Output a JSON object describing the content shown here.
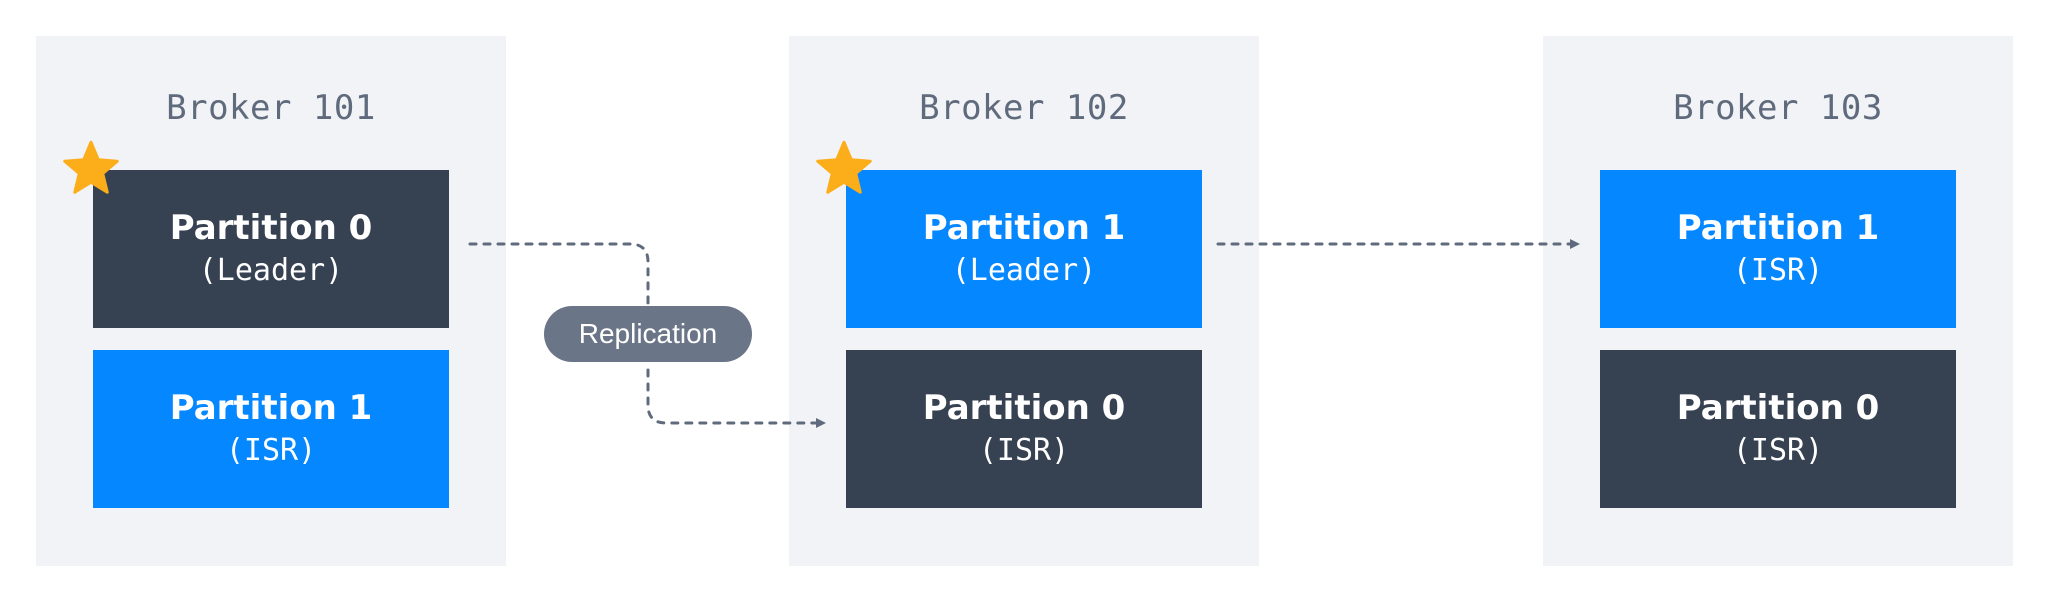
{
  "brokers": [
    {
      "title": "Broker 101",
      "partitions": [
        {
          "name": "Partition 0",
          "role": "(Leader)",
          "color": "#364152",
          "leader_star": true
        },
        {
          "name": "Partition 1",
          "role": "(ISR)",
          "color": "#0587ff",
          "leader_star": false
        }
      ]
    },
    {
      "title": "Broker 102",
      "partitions": [
        {
          "name": "Partition 1",
          "role": "(Leader)",
          "color": "#0587ff",
          "leader_star": true
        },
        {
          "name": "Partition 0",
          "role": "(ISR)",
          "color": "#364152",
          "leader_star": false
        }
      ]
    },
    {
      "title": "Broker 103",
      "partitions": [
        {
          "name": "Partition 1",
          "role": "(ISR)",
          "color": "#0587ff",
          "leader_star": false
        },
        {
          "name": "Partition 0",
          "role": "(ISR)",
          "color": "#364152",
          "leader_star": false
        }
      ]
    }
  ],
  "replication_label": "Replication",
  "colors": {
    "dark_partition": "#364152",
    "blue_partition": "#0587ff",
    "broker_bg": "#f2f3f6",
    "title_text": "#5f6b7d",
    "arrow": "#5f6b7d",
    "pill_bg": "#6b7588",
    "star": "#fbae1a"
  },
  "icons": {
    "leader": "star-icon"
  }
}
